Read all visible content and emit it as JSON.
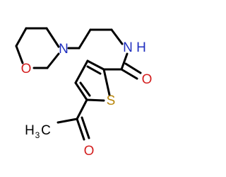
{
  "molecule": {
    "atom_labels": {
      "nitrogen_amine": "N",
      "oxygen_ring": "O",
      "nh_n": "N",
      "nh_h": "H",
      "sulfur": "S",
      "oxygen_amide": "O",
      "oxygen_ketone": "O",
      "methyl_c": "C",
      "methyl_h": "H",
      "methyl_sub": "3"
    },
    "colors": {
      "bond": "#000000",
      "nitrogen": "#1f2fbf",
      "oxygen": "#d42020",
      "sulfur": "#b8860b",
      "carbon": "#000000"
    }
  }
}
